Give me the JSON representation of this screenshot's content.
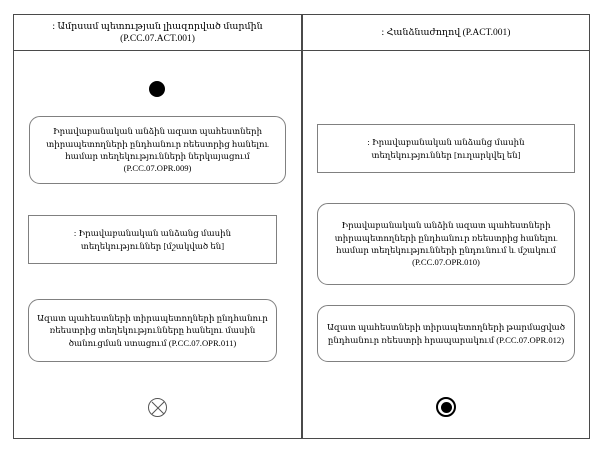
{
  "diagram": {
    "type": "uml-activity-diagram",
    "lanes": [
      {
        "id": "left",
        "title_line1": ": Ամրսամ պետության լիազորված մարմին",
        "title_line2": "(P.CC.07.ACT.001)"
      },
      {
        "id": "right",
        "title_line1": ": Հանձնաժողով (P.ACT.001)",
        "title_line2": ""
      }
    ],
    "nodes": {
      "initial": {
        "name": "initial-node"
      },
      "left_action_1": {
        "line1": "Իրավաբանական անձին ազատ պահեստների",
        "line2": "տիրապետողների ընդհանուր ռեեստրից հանելու",
        "line3": "համար տեղեկությունների ներկայացում",
        "line4": "(P.CC.07.OPR.009)"
      },
      "right_object_1": {
        "line1": ": Իրավաբանական անձանց մասին",
        "line2": "տեղեկություններ [ուղարկվել են]"
      },
      "right_action_1": {
        "line1": "Իրավաբանական անձին ազատ պահեստների",
        "line2": "տիրապետողների ընդհանուր ռեեստրից հանելու",
        "line3": "համար տեղեկությունների ընդունում և մշակում",
        "line4": "(P.CC.07.OPR.010)"
      },
      "left_object_1": {
        "line1": ": Իրավաբանական անձանց մասին",
        "line2": "տեղեկություններ [մշակված են]"
      },
      "left_action_2": {
        "line1": "Ազատ պահեստների տիրապետողների ընդհանուր",
        "line2": "ռեեստրից տեղեկությունները հանելու մասին",
        "line3": "ծանուցման ստացում (P.CC.07.OPR.011)"
      },
      "right_action_2": {
        "line1": "Ազատ պահեստների տիրապետողների թարմացված",
        "line2": "ընդհանուր ռեեստրի հրապարակում (P.CC.07.OPR.012)"
      },
      "flow_final": {
        "name": "flow-final-node"
      },
      "activity_final": {
        "name": "activity-final-node"
      }
    },
    "colors": {
      "lane_border": "#4a4a4a",
      "node_border": "#808080",
      "edge": "#555555",
      "node_fill": "#ffffff",
      "control_node": "#000000"
    }
  }
}
